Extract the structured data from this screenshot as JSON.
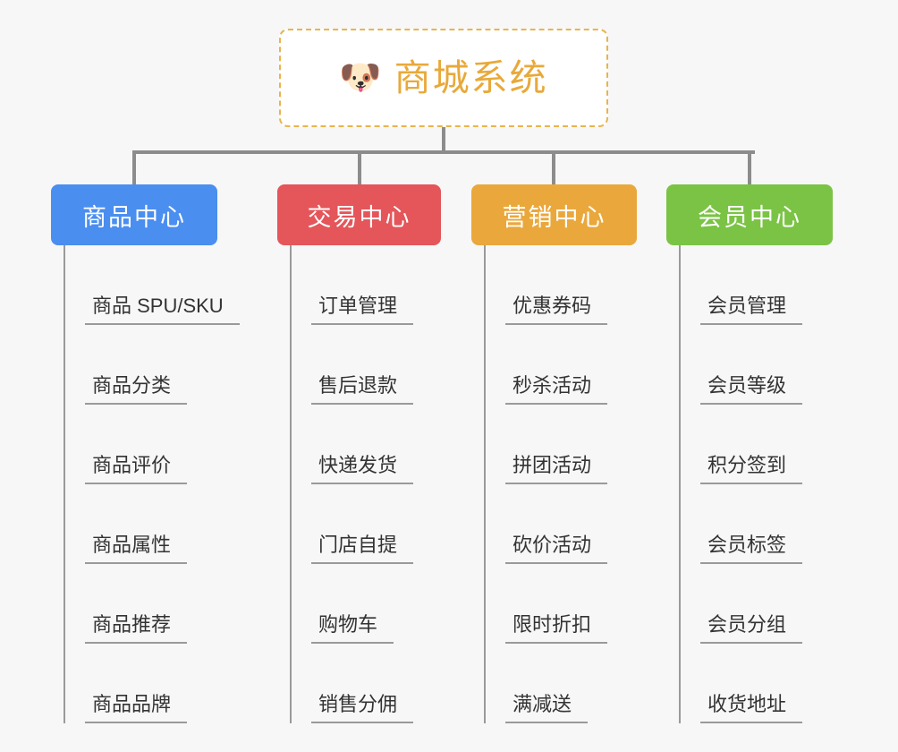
{
  "background_color": "#f7f7f7",
  "root": {
    "icon": "dog-face-emoji",
    "icon_glyph": "🐶",
    "title": "商城系统",
    "border_color": "#e9b44c",
    "text_color": "#e8a93a"
  },
  "connector_color": "#8c8c8c",
  "leaf_line_color": "#9a9a9a",
  "leaf_text_color": "#333333",
  "columns": [
    {
      "id": "product-center",
      "label": "商品中心",
      "color": "#4a8ef0",
      "items": [
        "商品 SPU/SKU",
        "商品分类",
        "商品评价",
        "商品属性",
        "商品推荐",
        "商品品牌"
      ]
    },
    {
      "id": "trade-center",
      "label": "交易中心",
      "color": "#e4565a",
      "items": [
        "订单管理",
        "售后退款",
        "快递发货",
        "门店自提",
        "购物车",
        "销售分佣"
      ]
    },
    {
      "id": "marketing-center",
      "label": "营销中心",
      "color": "#eaa83c",
      "items": [
        "优惠券码",
        "秒杀活动",
        "拼团活动",
        "砍价活动",
        "限时折扣",
        "满减送"
      ]
    },
    {
      "id": "member-center",
      "label": "会员中心",
      "color": "#7bc345",
      "items": [
        "会员管理",
        "会员等级",
        "积分签到",
        "会员标签",
        "会员分组",
        "收货地址"
      ]
    }
  ]
}
